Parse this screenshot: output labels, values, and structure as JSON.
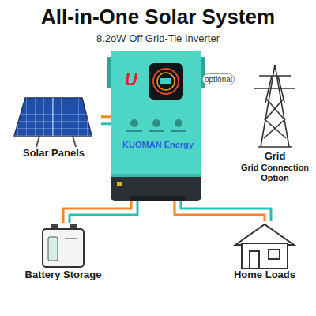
{
  "diagram": {
    "title": "All-in-One Solar System",
    "nodes": [
      {
        "text": [
          "Solar Panels"
        ]
      },
      {
        "text": [
          "U"
        ]
      },
      {
        "text": [
          "Grid",
          "Grid Connection Option"
        ]
      },
      {
        "text": [
          "Battery Storage"
        ]
      },
      {
        "text": [
          "Home Loads"
        ]
      }
    ],
    "edges": [
      {
        "from": 0,
        "to": 1,
        "arrow": "none"
      },
      {
        "from": 1,
        "to": 2,
        "label": "optional",
        "arrow": "none"
      },
      {
        "from": 1,
        "to": 3,
        "arrow": "none"
      },
      {
        "from": 1,
        "to": 4,
        "arrow": "none"
      }
    ],
    "labels": [
      "8.2oW Off Grid-Tie Inverter",
      "KUOMAN Energy"
    ]
  }
}
